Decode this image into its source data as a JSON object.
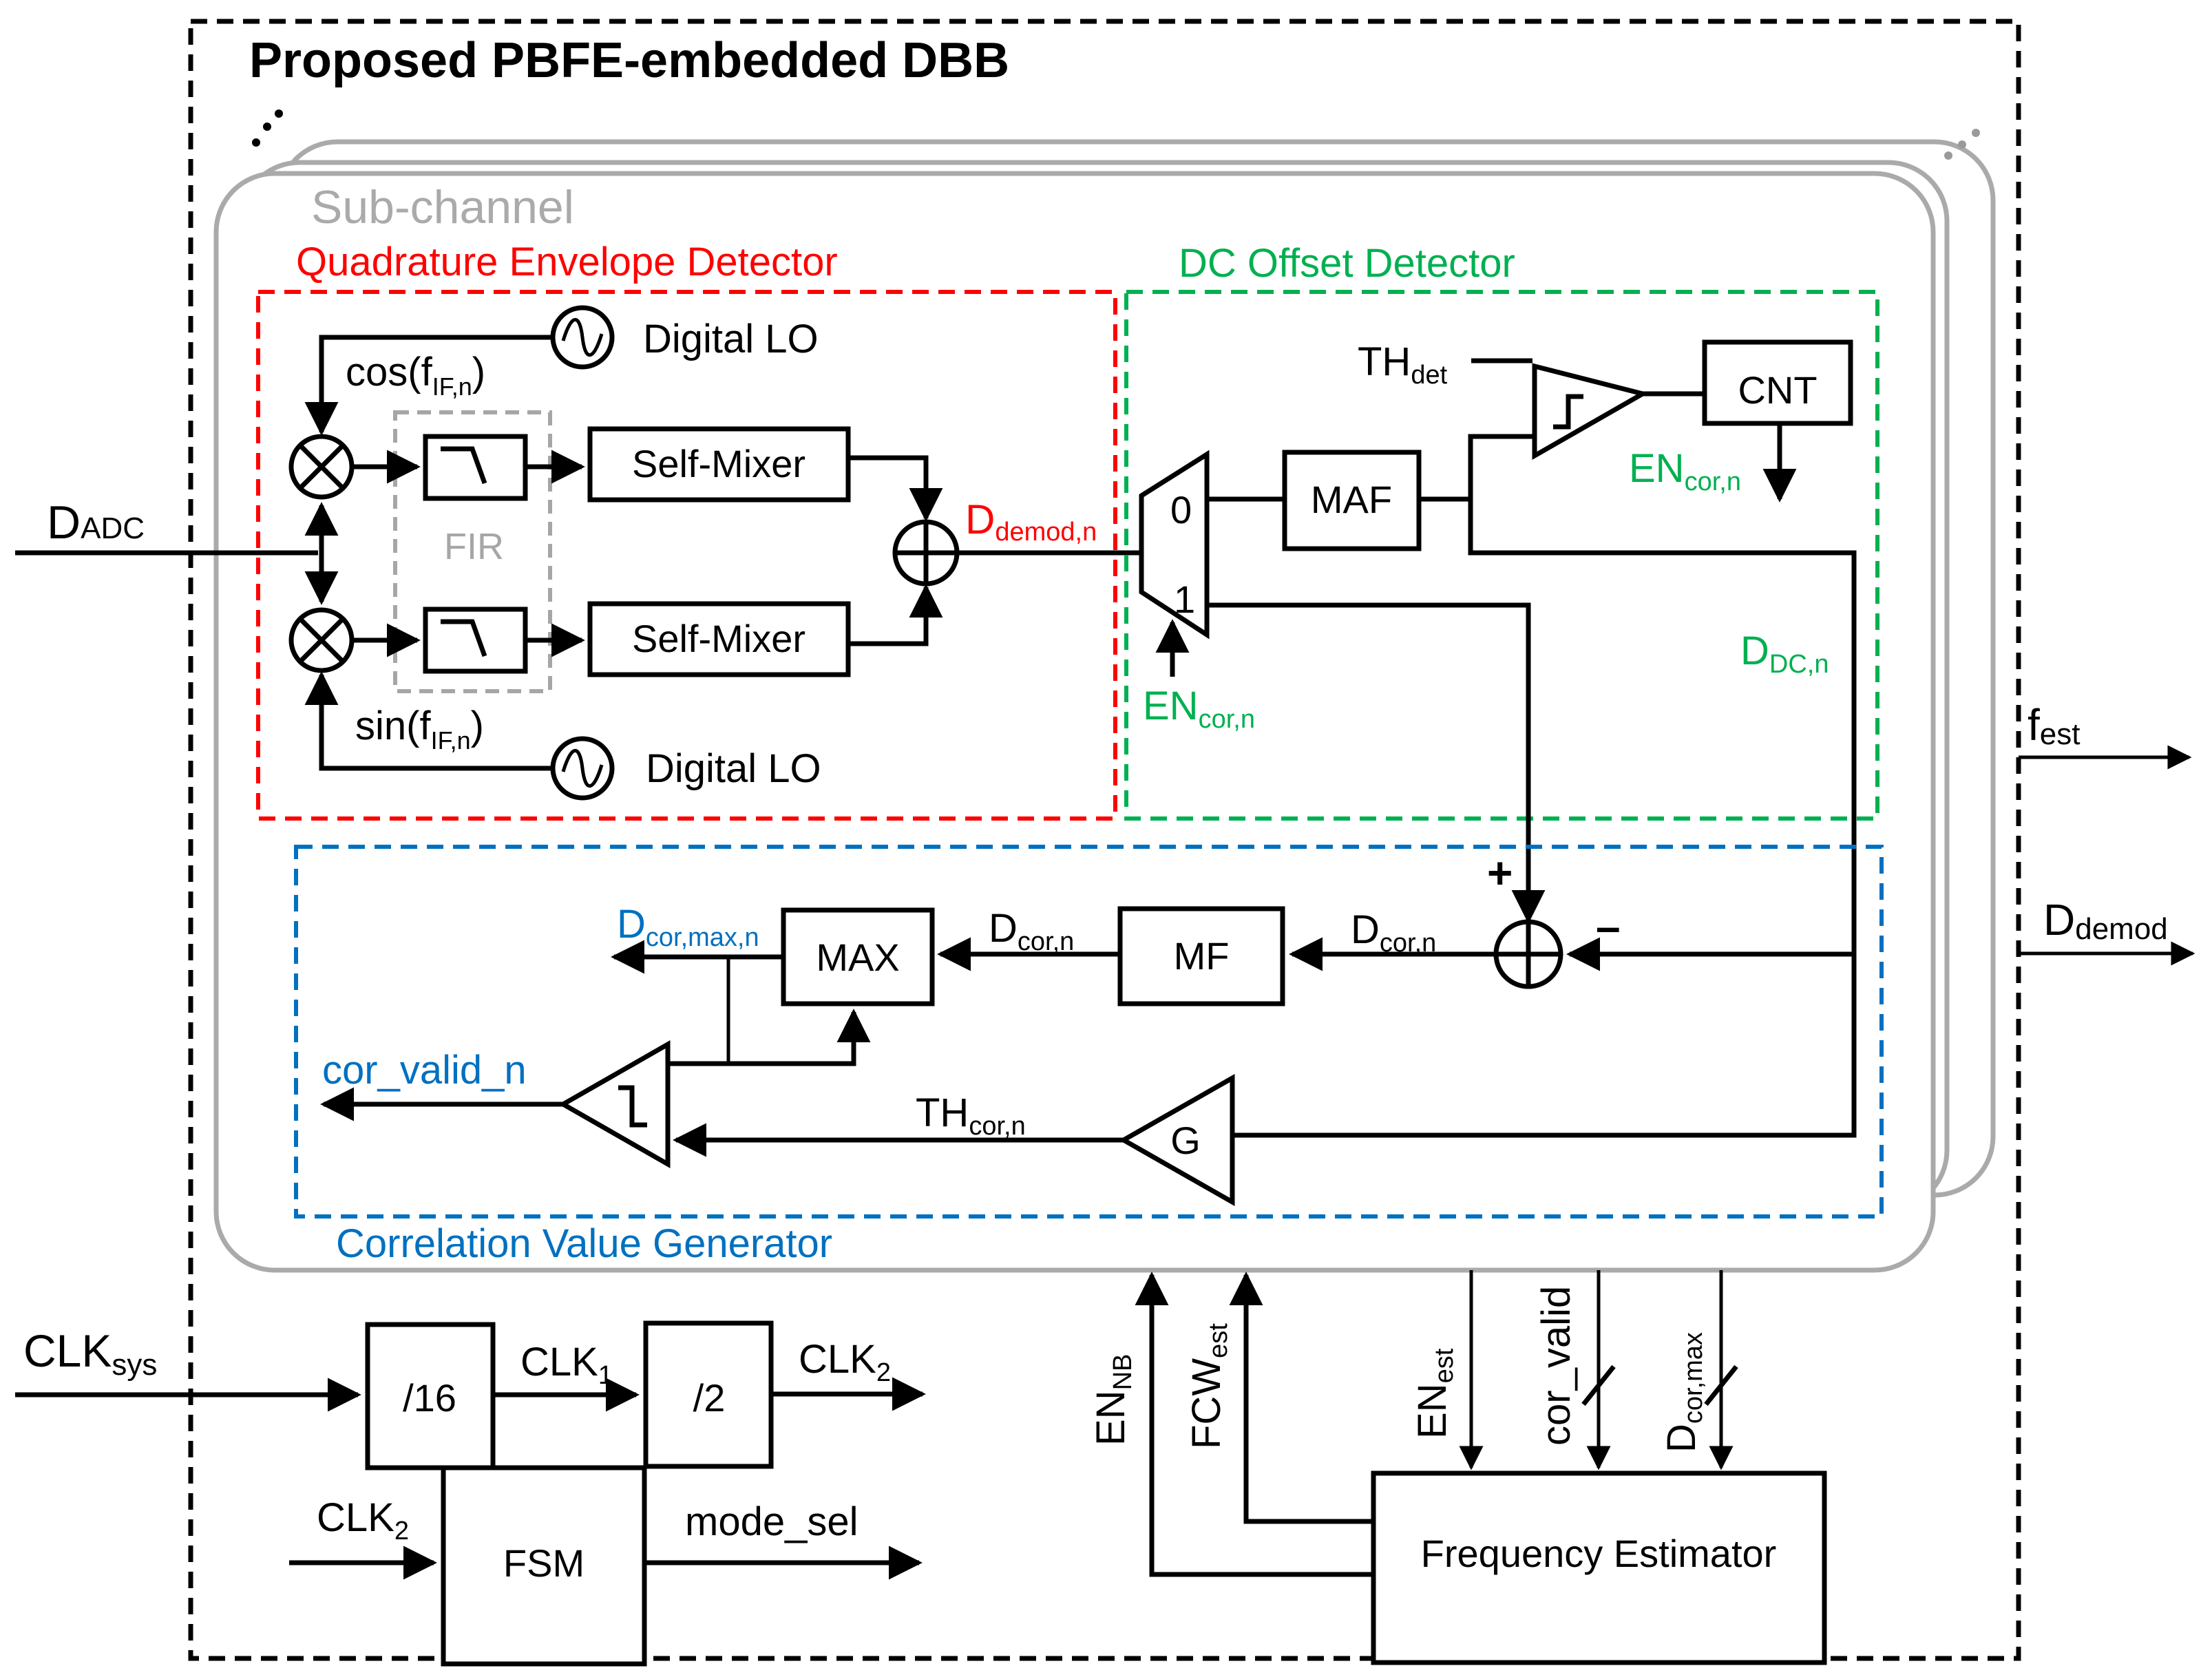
{
  "title": "Proposed PBFE-embedded DBB",
  "colors": {
    "qed": "#ff0000",
    "dc": "#00b050",
    "cvg": "#0070c0",
    "subchannel": "#aaaaaa",
    "fir": "#a6a6a6",
    "line": "#000000"
  },
  "subchannel": {
    "label": "Sub-channel"
  },
  "qed": {
    "title": "Quadrature Envelope Detector",
    "lo_top": "Digital LO",
    "lo_bottom": "Digital LO",
    "cos_label": "cos(f",
    "cos_sub": "IF,n",
    "cos_close": ")",
    "sin_label": "sin(f",
    "sin_sub": "IF,n",
    "sin_close": ")",
    "fir_label": "FIR",
    "self_mixer_top": "Self-Mixer",
    "self_mixer_bottom": "Self-Mixer",
    "out_main": "D",
    "out_sub": "demod,n"
  },
  "input": {
    "main": "D",
    "sub": "ADC"
  },
  "dc": {
    "title": "DC Offset Detector",
    "th_main": "TH",
    "th_sub": "det",
    "cnt_label": "CNT",
    "maf_label": "MAF",
    "mux_in0": "0",
    "mux_in1": "1",
    "en_cnt_main": "EN",
    "en_cnt_sub": "cor,n",
    "en_mux_main": "EN",
    "en_mux_sub": "cor,n",
    "ddc_main": "D",
    "ddc_sub": "DC,n"
  },
  "cvg": {
    "title": "Correlation Value Generator",
    "plus": "+",
    "minus": "–",
    "dcor_in_main": "D",
    "dcor_in_sub": "cor,n",
    "mf_label": "MF",
    "dcor_mid_main": "D",
    "dcor_mid_sub": "cor,n",
    "max_label": "MAX",
    "dcormax_main": "D",
    "dcormax_sub": "cor,max,n",
    "cor_valid": "cor_valid_n",
    "th_main": "TH",
    "th_sub": "cor,n",
    "gain_label": "G"
  },
  "outputs": {
    "fest_main": "f",
    "fest_sub": "est",
    "ddemod_main": "D",
    "ddemod_sub": "demod"
  },
  "clock": {
    "clksys_main": "CLK",
    "clksys_sub": "sys",
    "div16": "/16",
    "clk1_main": "CLK",
    "clk1_sub": "1",
    "div2": "/2",
    "clk2_main": "CLK",
    "clk2_sub": "2",
    "fsm_in_main": "CLK",
    "fsm_in_sub": "2",
    "fsm_label": "FSM",
    "mode_sel": "mode_sel"
  },
  "freq_est": {
    "label": "Frequency Estimator",
    "en_nb_main": "EN",
    "en_nb_sub": "NB",
    "fcw_main": "FCW",
    "fcw_sub": "est",
    "en_est_main": "EN",
    "en_est_sub": "est",
    "cor_valid": "cor_valid",
    "dcormax_main": "D",
    "dcormax_sub": "cor,max"
  }
}
